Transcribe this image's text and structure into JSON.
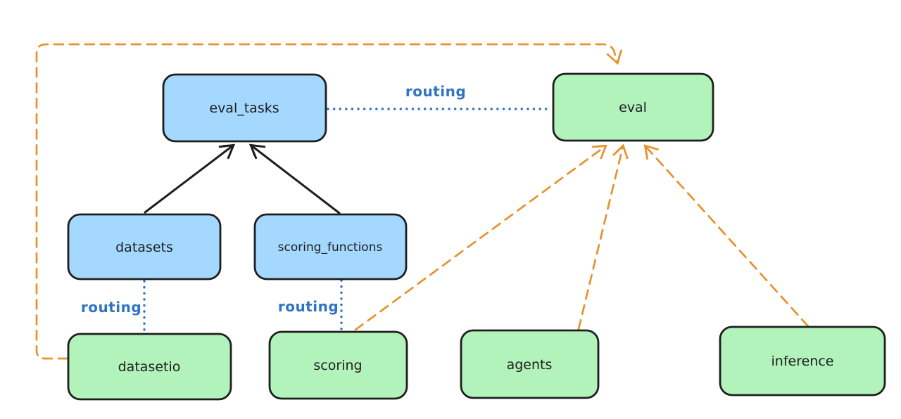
{
  "diagram": {
    "background": "#ffffff",
    "colors": {
      "blue_fill": "#a5d8ff",
      "green_fill": "#b2f2bb",
      "stroke_dark": "#1e1e1e",
      "orange": "#e8912d",
      "routing_blue": "#2f74c4"
    },
    "nodes": {
      "eval_tasks": {
        "label": "eval_tasks",
        "fill": "#a5d8ff"
      },
      "eval": {
        "label": "eval",
        "fill": "#b2f2bb"
      },
      "datasets": {
        "label": "datasets",
        "fill": "#a5d8ff"
      },
      "scoring_functions": {
        "label": "scoring_functions",
        "fill": "#a5d8ff"
      },
      "datasetio": {
        "label": "datasetio",
        "fill": "#b2f2bb"
      },
      "scoring": {
        "label": "scoring",
        "fill": "#b2f2bb"
      },
      "agents": {
        "label": "agents",
        "fill": "#b2f2bb"
      },
      "inference": {
        "label": "inference",
        "fill": "#b2f2bb"
      }
    },
    "edge_labels": {
      "eval_tasks_to_eval": "routing",
      "datasets_to_datasetio": "routing",
      "scoring_functions_to_scoring": "routing"
    },
    "edges": [
      {
        "from": "datasets",
        "to": "eval_tasks",
        "style": "solid",
        "color": "#1e1e1e",
        "arrow": true
      },
      {
        "from": "scoring_functions",
        "to": "eval_tasks",
        "style": "solid",
        "color": "#1e1e1e",
        "arrow": true
      },
      {
        "from": "eval_tasks",
        "to": "eval",
        "style": "dotted",
        "color": "#2f74c4",
        "label": "routing",
        "arrow": false
      },
      {
        "from": "datasets",
        "to": "datasetio",
        "style": "dotted",
        "color": "#2f74c4",
        "label": "routing",
        "arrow": false
      },
      {
        "from": "scoring_functions",
        "to": "scoring",
        "style": "dotted",
        "color": "#2f74c4",
        "label": "routing",
        "arrow": false
      },
      {
        "from": "datasetio",
        "to": "eval",
        "style": "dashed",
        "color": "#e8912d",
        "arrow": true,
        "route": "left-and-over-top"
      },
      {
        "from": "scoring",
        "to": "eval",
        "style": "dashed",
        "color": "#e8912d",
        "arrow": true
      },
      {
        "from": "agents",
        "to": "eval",
        "style": "dashed",
        "color": "#e8912d",
        "arrow": true
      },
      {
        "from": "inference",
        "to": "eval",
        "style": "dashed",
        "color": "#e8912d",
        "arrow": true
      }
    ]
  }
}
